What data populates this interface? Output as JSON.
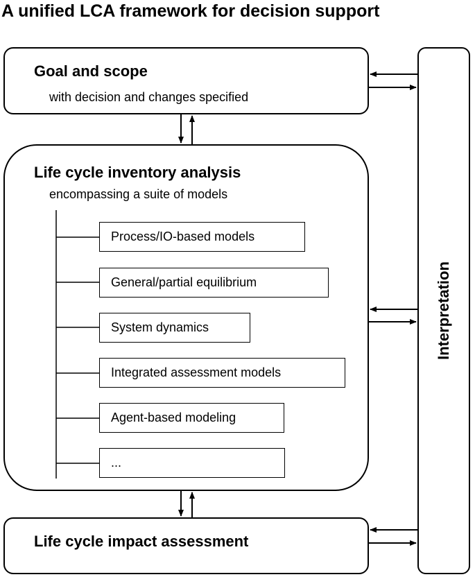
{
  "title": "A unified LCA framework for decision support",
  "goal": {
    "title": "Goal and scope",
    "subtitle": "with decision and changes specified"
  },
  "lci": {
    "title": "Life cycle inventory analysis",
    "subtitle": "encompassing a suite of models",
    "models": [
      "Process/IO-based models",
      "General/partial equilibrium",
      "System dynamics",
      "Integrated assessment models",
      "Agent-based modeling",
      "..."
    ]
  },
  "lcia": {
    "title": "Life cycle impact assessment"
  },
  "interpretation": {
    "label": "Interpretation"
  }
}
